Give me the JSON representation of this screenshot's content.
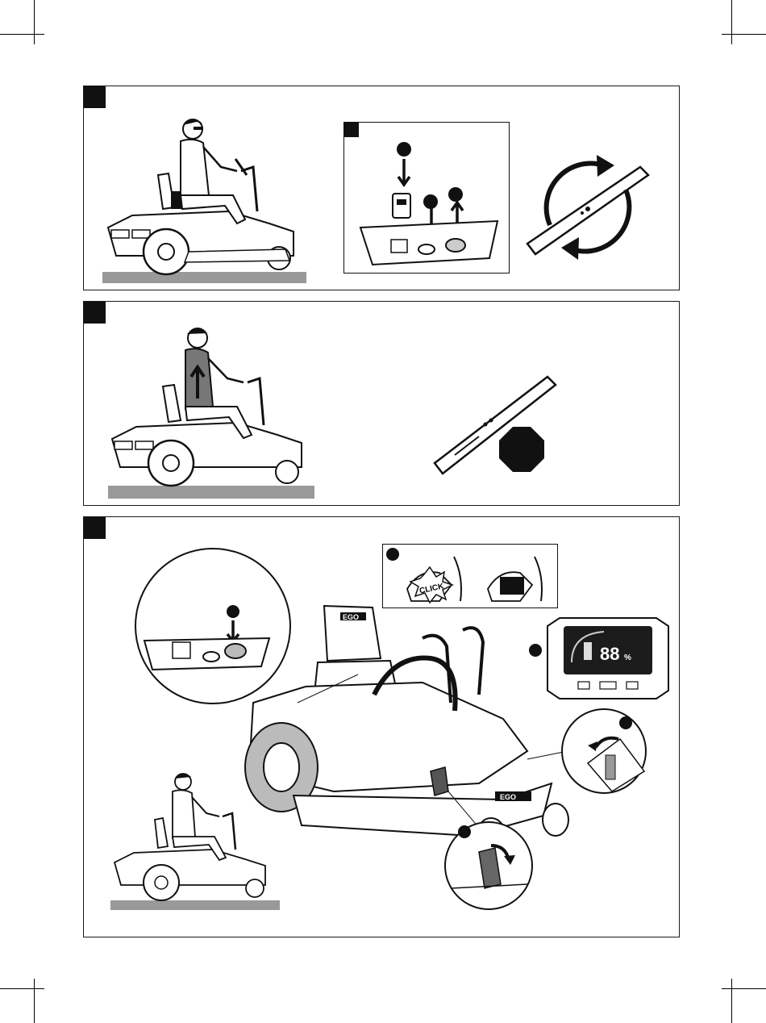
{
  "panels": [
    {
      "step": "panel-1"
    },
    {
      "step": "panel-2"
    },
    {
      "step": "panel-3"
    }
  ],
  "labels": {
    "click": "CLICK",
    "brand": "EGO",
    "display_digits": "88",
    "display_unit": "%"
  },
  "icons": [
    "mower-operator-icon",
    "key-switch-icon",
    "blade-rotate-icon",
    "stop-sign-icon",
    "dashboard-display-icon"
  ]
}
